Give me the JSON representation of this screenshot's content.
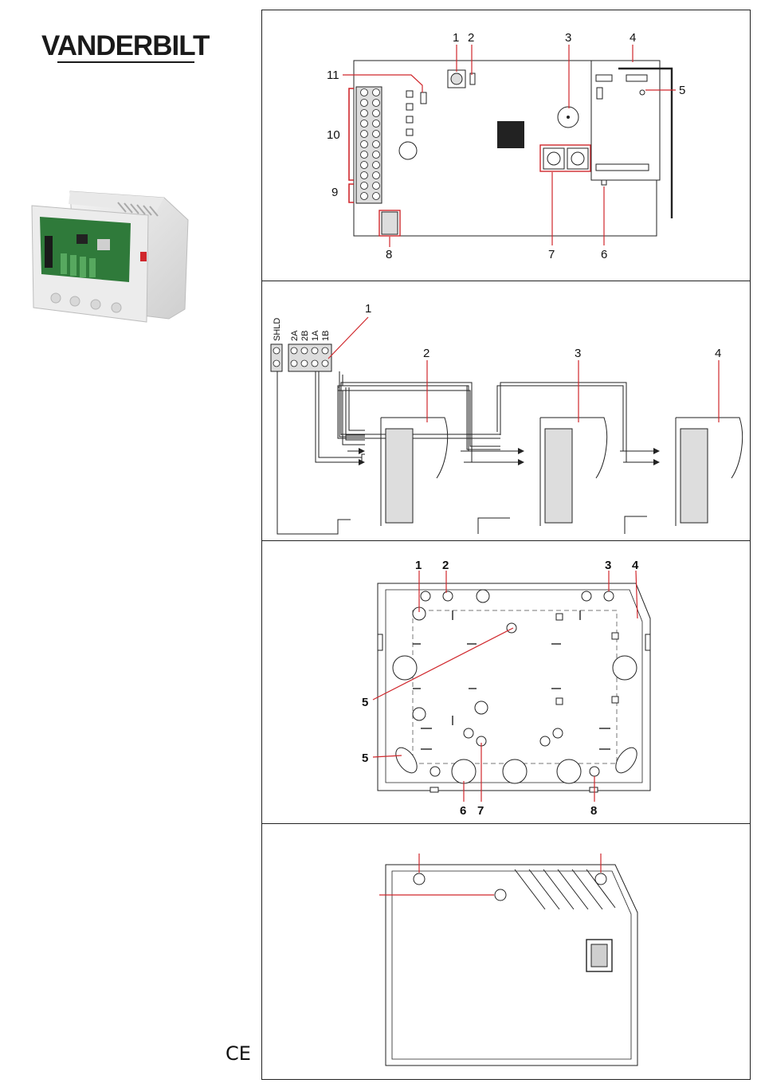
{
  "brand": {
    "name": "VANDERBILT"
  },
  "marks": {
    "ce": "CE"
  },
  "panel1": {
    "callouts": [
      "1",
      "2",
      "3",
      "4",
      "5",
      "6",
      "7",
      "8",
      "9",
      "10",
      "11"
    ]
  },
  "panel2": {
    "terminal_labels": [
      "SHLD",
      "2A",
      "2B",
      "1A",
      "1B"
    ],
    "callouts": [
      "1",
      "2",
      "3",
      "4"
    ]
  },
  "panel3": {
    "callouts": [
      "1",
      "2",
      "3",
      "4",
      "5",
      "5",
      "6",
      "7",
      "8"
    ]
  },
  "colors": {
    "accent": "#d0272c",
    "line": "#222222",
    "board": "#ffffff",
    "terminal": "#c8c8c8"
  }
}
